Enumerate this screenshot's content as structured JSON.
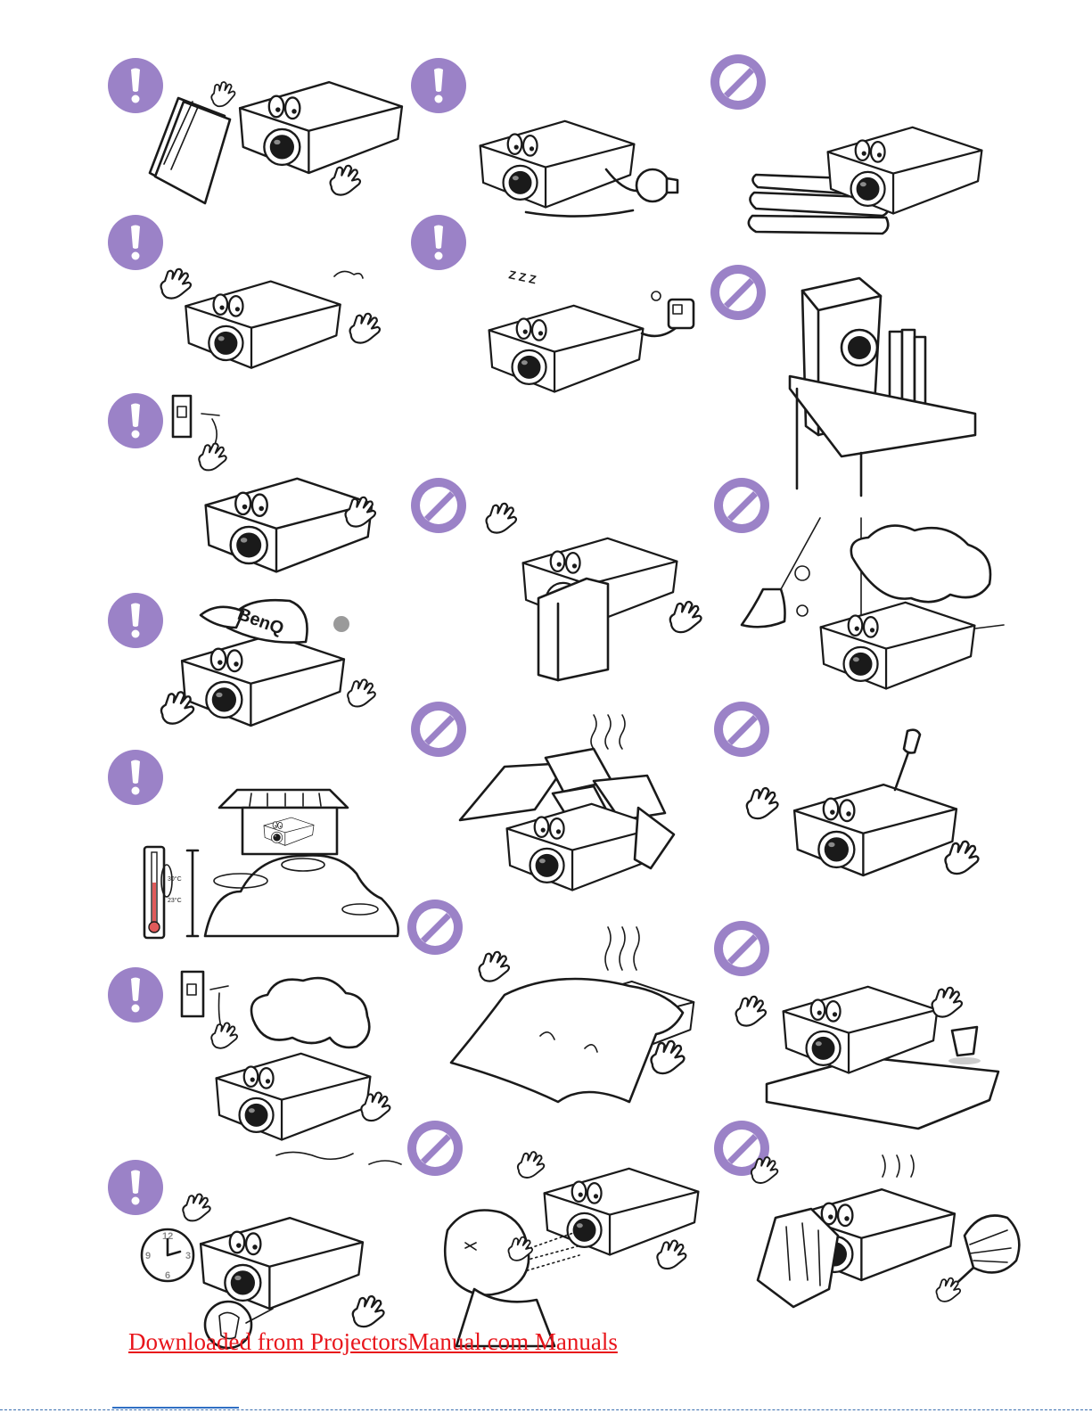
{
  "page": {
    "accent_color": "#9b82c7",
    "footer_link_text": "Downloaded from ProjectorsManual.com Manuals",
    "footer_link_color": "#e8151b"
  },
  "badges": {
    "do": {
      "icon": "exclamation-icon",
      "meaning": "do"
    },
    "dont": {
      "icon": "prohibited-icon",
      "meaning": "don't"
    }
  },
  "panels": [
    {
      "col": 0,
      "row": 0,
      "badge": "exclamation-icon",
      "icon": "projector-reading-manual-icon"
    },
    {
      "col": 1,
      "row": 0,
      "badge": "exclamation-icon",
      "icon": "projector-power-cord-icon"
    },
    {
      "col": 2,
      "row": 0,
      "badge": "prohibited-icon",
      "icon": "projector-on-soft-surface-icon"
    },
    {
      "col": 0,
      "row": 1,
      "badge": "exclamation-icon",
      "icon": "projector-ceiling-mount-icon"
    },
    {
      "col": 1,
      "row": 1,
      "badge": "exclamation-icon",
      "icon": "projector-sleeping-unplugged-icon"
    },
    {
      "col": 2,
      "row": 1,
      "badge": "prohibited-icon",
      "icon": "projector-upright-on-table-icon"
    },
    {
      "col": 0,
      "row": 2,
      "badge": "exclamation-icon",
      "icon": "projector-unplug-icon"
    },
    {
      "col": 1,
      "row": 2,
      "badge": "prohibited-icon",
      "icon": "projector-blocked-lens-icon"
    },
    {
      "col": 2,
      "row": 2,
      "badge": "prohibited-icon",
      "icon": "projector-dusty-room-icon"
    },
    {
      "col": 0,
      "row": 3,
      "badge": "exclamation-icon",
      "icon": "projector-service-cap-icon"
    },
    {
      "col": 1,
      "row": 3,
      "badge": "prohibited-icon",
      "icon": "projector-in-box-hot-icon"
    },
    {
      "col": 2,
      "row": 3,
      "badge": "prohibited-icon",
      "icon": "projector-screwdriver-icon"
    },
    {
      "col": 0,
      "row": 4,
      "badge": "exclamation-icon",
      "icon": "projector-altitude-temperature-icon"
    },
    {
      "col": 1,
      "row": 5,
      "badge": "prohibited-icon",
      "icon": "projector-covered-cloth-icon"
    },
    {
      "col": 2,
      "row": 5,
      "badge": "prohibited-icon",
      "icon": "projector-spilled-liquid-icon"
    },
    {
      "col": 0,
      "row": 5,
      "badge": "exclamation-icon",
      "icon": "projector-unplug-storm-icon"
    },
    {
      "col": 0,
      "row": 6,
      "badge": "exclamation-icon",
      "icon": "projector-clock-lamp-icon"
    },
    {
      "col": 1,
      "row": 6,
      "badge": "prohibited-icon",
      "icon": "projector-look-into-lens-icon"
    },
    {
      "col": 2,
      "row": 6,
      "badge": "prohibited-icon",
      "icon": "projector-block-vents-icon"
    }
  ],
  "labels": {
    "cap_brand": "BenQ",
    "thermo_high": "30°C",
    "thermo_low": "23°C",
    "clock_12": "12",
    "clock_3": "3",
    "clock_6": "6",
    "clock_9": "9",
    "sleep_text": "Z Z Z"
  }
}
